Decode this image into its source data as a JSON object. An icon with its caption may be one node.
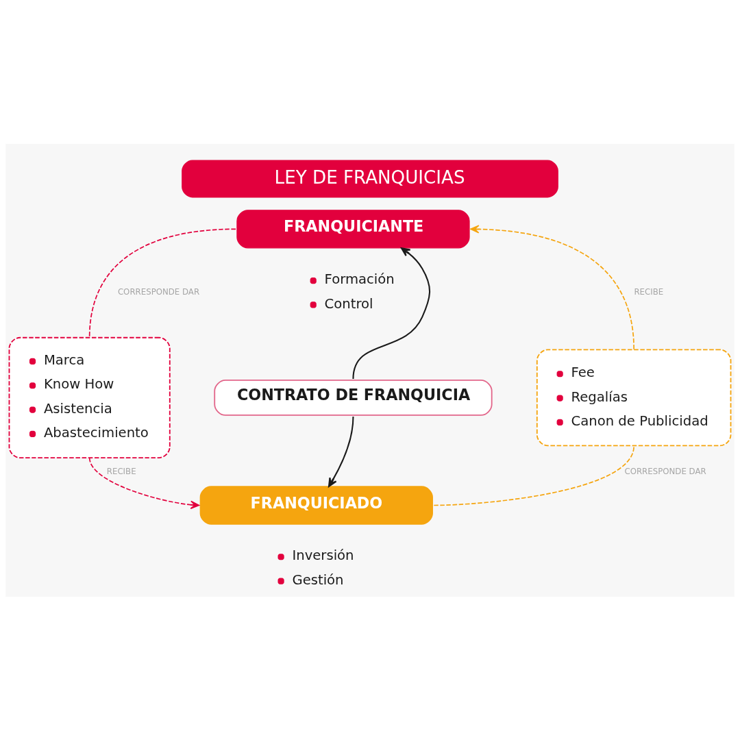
{
  "diagram": {
    "title": "LEY DE FRANQUICIAS",
    "nodes": [
      {
        "text": [
          "FRANQUICIANTE"
        ],
        "beside": [
          "Formación",
          "Control"
        ]
      },
      {
        "text": [
          "Marca",
          "Know How",
          "Asistencia",
          "Abastecimiento"
        ]
      },
      {
        "text": [
          "CONTRATO DE FRANQUICIA"
        ]
      },
      {
        "text": [
          "Fee",
          "Regalías",
          "Canon de Publicidad"
        ]
      },
      {
        "text": [
          "FRANQUICIADO"
        ],
        "beside": [
          "Inversión",
          "Gestión"
        ]
      }
    ],
    "edges": [
      {
        "from": 0,
        "to": 1,
        "arrow": "none",
        "label": "CORRESPONDE DAR",
        "style": "dashed",
        "color": "#e2003d"
      },
      {
        "from": 1,
        "to": 4,
        "arrow": "to",
        "label": "RECIBE",
        "style": "dashed",
        "color": "#e2003d"
      },
      {
        "from": 4,
        "to": 3,
        "arrow": "none",
        "label": "CORRESPONDE DAR",
        "style": "dashed",
        "color": "#f5a50f"
      },
      {
        "from": 3,
        "to": 0,
        "arrow": "to",
        "label": "RECIBE",
        "style": "dashed",
        "color": "#f5a50f"
      },
      {
        "from": 2,
        "to": 0,
        "arrow": "to",
        "color": "#1a1a1a"
      },
      {
        "from": 2,
        "to": 4,
        "arrow": "to",
        "color": "#1a1a1a"
      }
    ]
  }
}
